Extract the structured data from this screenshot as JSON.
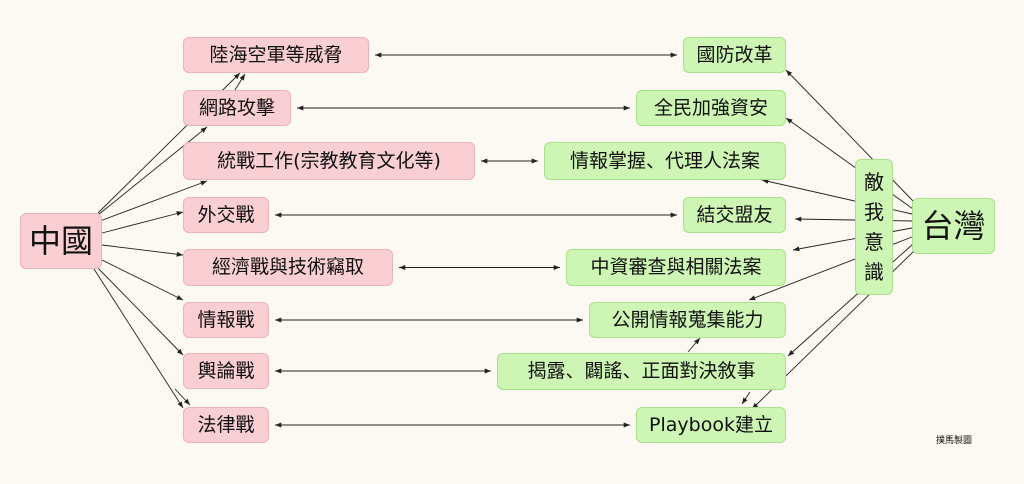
{
  "left_hub": "中國",
  "right_hub": "台灣",
  "center_label": [
    "敵",
    "我",
    "意",
    "識"
  ],
  "threats": [
    "陸海空軍等威脅",
    "網路攻擊",
    "統戰工作(宗教教育文化等)",
    "外交戰",
    "經濟戰與技術竊取",
    "情報戰",
    "輿論戰",
    "法律戰"
  ],
  "responses": [
    "國防改革",
    "全民加強資安",
    "情報掌握、代理人法案",
    "結交盟友",
    "中資審查與相關法案",
    "公開情報蒐集能力",
    "揭露、闢謠、正面對決敘事",
    "Playbook建立"
  ],
  "credit": "撲馬製圖",
  "colors": {
    "threat_fill": "#f9cfd4",
    "response_fill": "#cdf5b3",
    "background": "#fcf9f2",
    "arrow": "#222222"
  }
}
